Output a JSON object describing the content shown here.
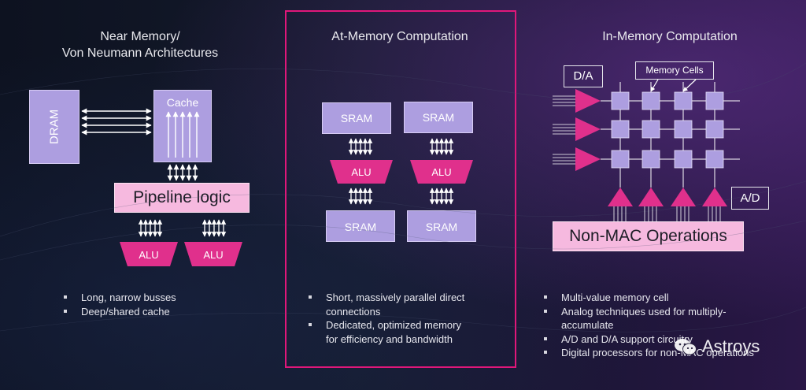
{
  "left": {
    "title_line1": "Near Memory/",
    "title_line2": "Von Neumann Architectures",
    "dram": "DRAM",
    "cache": "Cache",
    "pipeline": "Pipeline logic",
    "alu": "ALU",
    "bullets": [
      "Long, narrow busses",
      "Deep/shared cache"
    ]
  },
  "middle": {
    "title": "At-Memory Computation",
    "sram": "SRAM",
    "alu": "ALU",
    "bullets_line1": [
      "Short, massively parallel direct",
      "Dedicated, optimized memory"
    ],
    "bullets_line2": [
      "connections",
      "for efficiency and bandwidth"
    ]
  },
  "right": {
    "title": "In-Memory Computation",
    "da": "D/A",
    "ad": "A/D",
    "memory_cells": "Memory Cells",
    "nonmac": "Non-MAC Operations",
    "bullets_line1": [
      "Multi-value memory cell",
      "Analog techniques used for multiply-",
      "A/D and D/A support circuitry",
      "Digital processors for non-MAC operations"
    ],
    "bullets_line2": [
      "",
      "accumulate",
      "",
      ""
    ]
  },
  "watermark": "Astroys",
  "colors": {
    "frame": "#e0177a",
    "magenta": "#e0308c",
    "purple": "#ad9ee0",
    "pink_box": "#f6b9df"
  }
}
